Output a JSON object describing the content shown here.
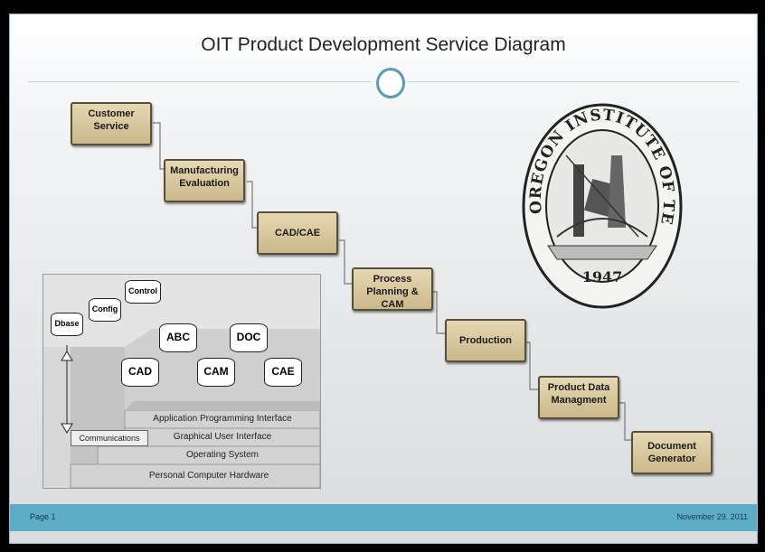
{
  "title": "OIT Product Development Service Diagram",
  "steps": [
    {
      "label": "Customer Service"
    },
    {
      "label": "Manufacturing Evaluation"
    },
    {
      "label": "CAD/CAE"
    },
    {
      "label": "Process Planning & CAM"
    },
    {
      "label": "Production"
    },
    {
      "label": "Product Data Managment"
    },
    {
      "label": "Document Generator"
    }
  ],
  "seal": {
    "text": "OREGON INSTITUTE OF TECHNOLOGY",
    "year": "1947"
  },
  "architecture": {
    "cylinders": [
      "Dbase",
      "Config",
      "Control",
      "ABC",
      "DOC",
      "CAD",
      "CAM",
      "CAE"
    ],
    "layers": [
      "Application Programming Interface",
      "Graphical User Interface",
      "Operating System",
      "Personal Computer Hardware"
    ],
    "communications": "Communications"
  },
  "footer": {
    "page": "Page 1",
    "date": "November 29, 2011"
  },
  "colors": {
    "box_fill": "#d9c89c",
    "footer": "#5dadc7",
    "accent": "#5a9ab4"
  }
}
